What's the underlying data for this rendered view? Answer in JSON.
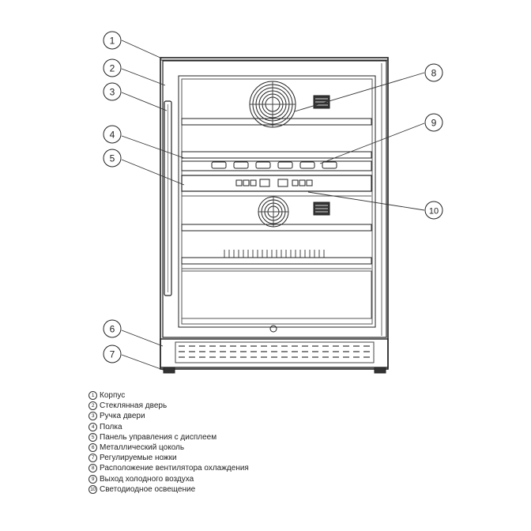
{
  "callouts": [
    "1",
    "2",
    "3",
    "4",
    "5",
    "6",
    "7",
    "8",
    "9",
    "10"
  ],
  "legend": [
    {
      "num": "1",
      "label": "Корпус"
    },
    {
      "num": "2",
      "label": "Стеклянная дверь"
    },
    {
      "num": "3",
      "label": "Ручка двери"
    },
    {
      "num": "4",
      "label": "Полка"
    },
    {
      "num": "5",
      "label": "Панель управления с дисплеем"
    },
    {
      "num": "6",
      "label": "Металлический цоколь"
    },
    {
      "num": "7",
      "label": "Регулируемые ножки"
    },
    {
      "num": "8",
      "label": "Расположение вентилятора охлаждения"
    },
    {
      "num": "9",
      "label": "Выход холодного воздуха"
    },
    {
      "num": "10",
      "label": "Светодиодное освещение"
    }
  ]
}
